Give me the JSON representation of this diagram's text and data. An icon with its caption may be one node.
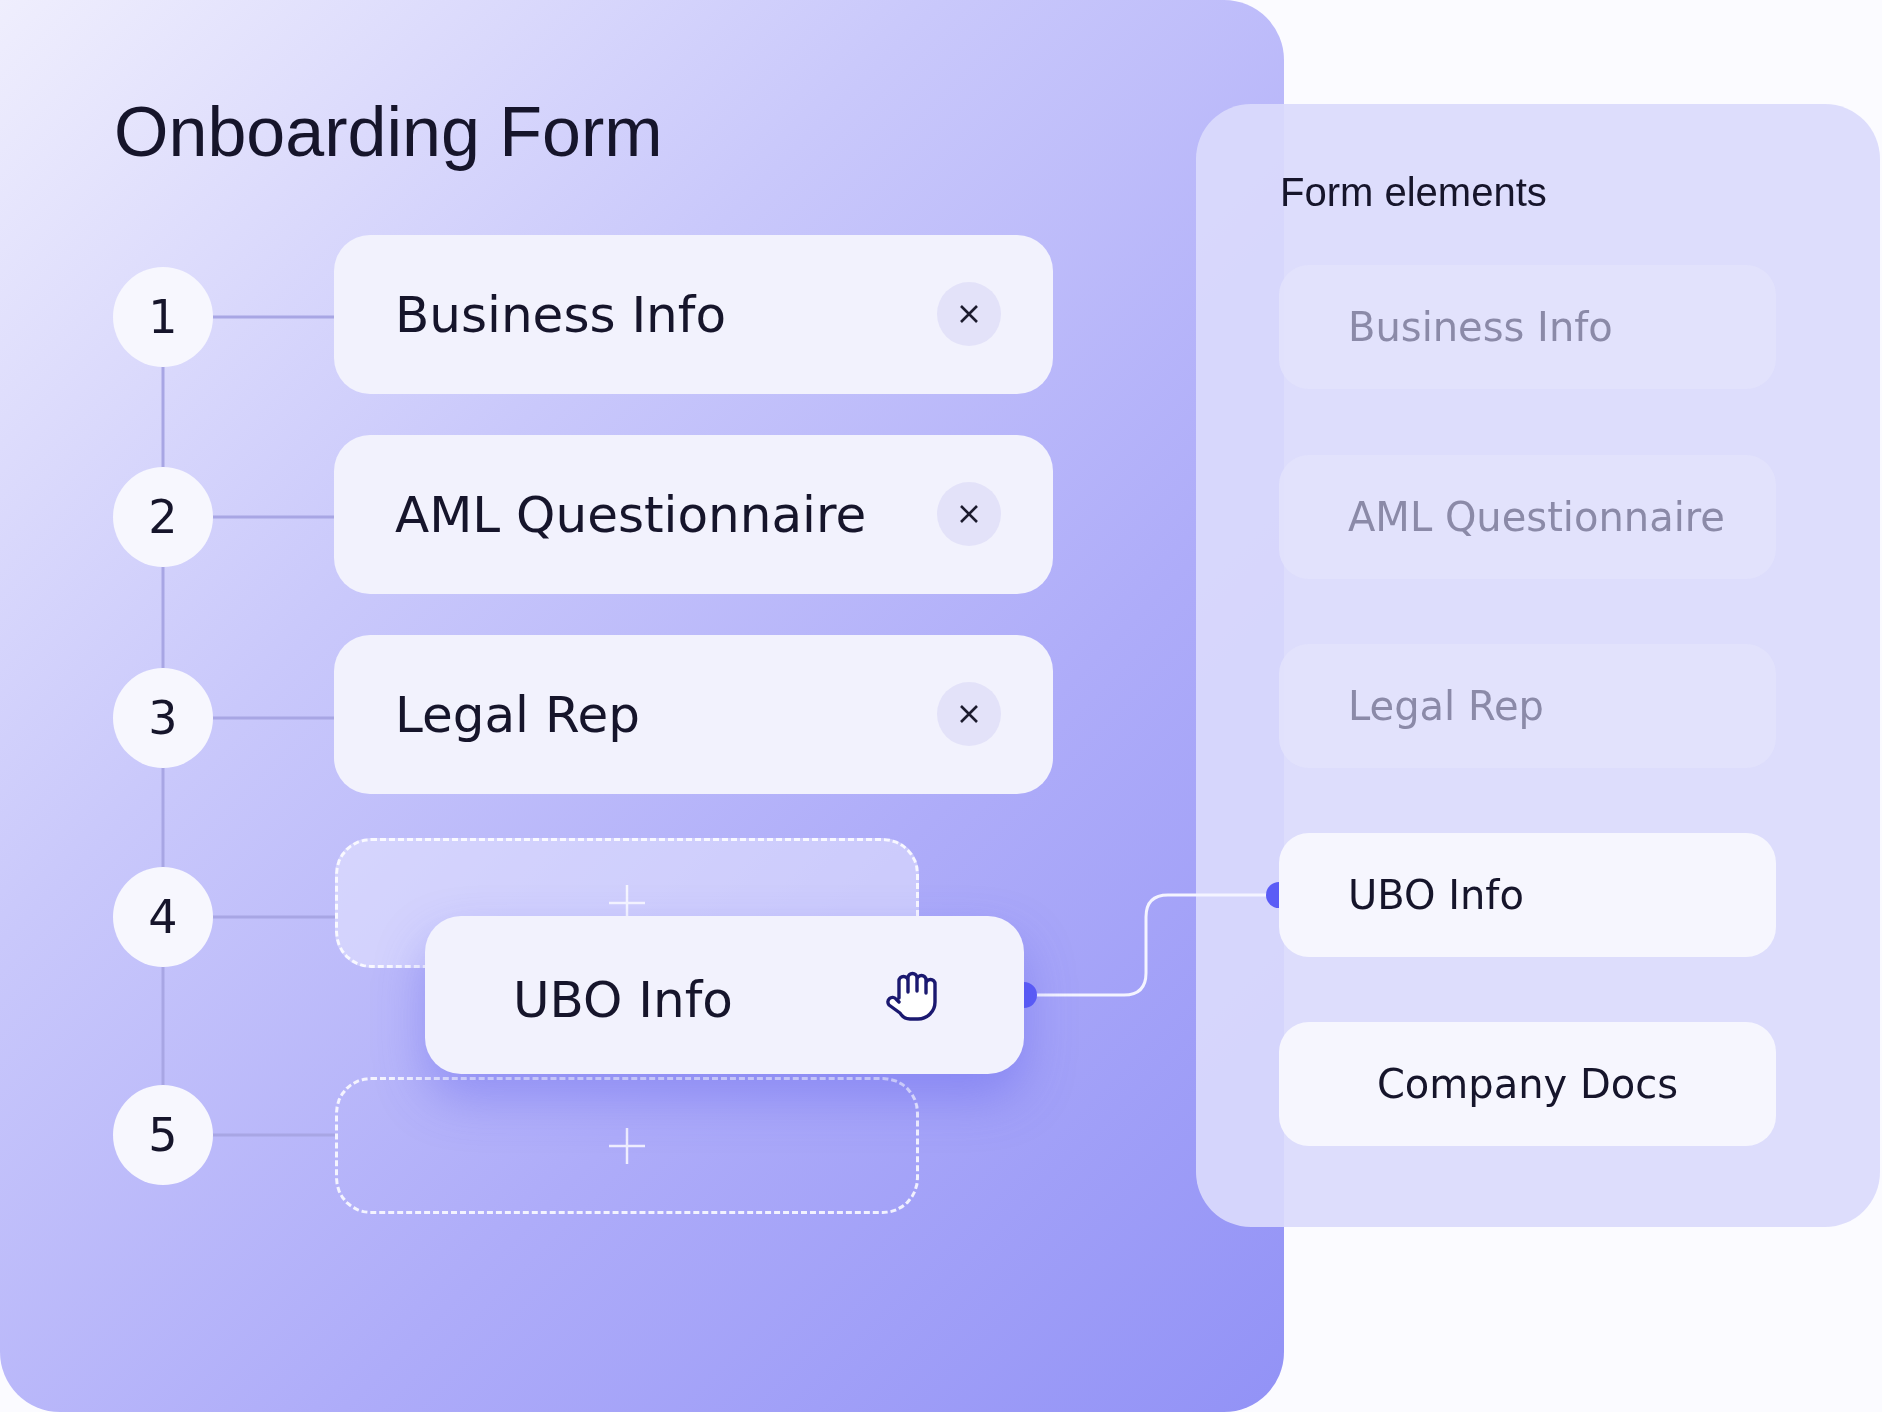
{
  "diagram": {
    "nodes": [
      {
        "text": [
          "Onboarding Form"
        ]
      },
      {
        "text": [
          "1"
        ],
        "in": 0
      },
      {
        "text": [
          "Business Info"
        ],
        "in": 0
      },
      {
        "text": [
          "2"
        ],
        "in": 0
      },
      {
        "text": [
          "AML Questionnaire"
        ],
        "in": 0
      },
      {
        "text": [
          "3"
        ],
        "in": 0
      },
      {
        "text": [
          "Legal Rep"
        ],
        "in": 0
      },
      {
        "text": [
          "4"
        ],
        "in": 0
      },
      {
        "text": [],
        "shape": "box",
        "in": 0
      },
      {
        "text": [
          "UBO Info"
        ],
        "in": 0
      },
      {
        "text": [
          "5"
        ],
        "in": 0
      },
      {
        "text": [],
        "shape": "box",
        "in": 0
      },
      {
        "text": [
          "Form elements"
        ]
      },
      {
        "text": [
          "Business Info"
        ],
        "in": 12
      },
      {
        "text": [
          "AML Questionnaire"
        ],
        "in": 12
      },
      {
        "text": [
          "Legal Rep"
        ],
        "in": 12
      },
      {
        "text": [
          "UBO Info"
        ],
        "in": 12
      },
      {
        "text": [
          "Company Docs"
        ],
        "in": 12
      }
    ],
    "edges": [
      {
        "from": 1,
        "to": 2,
        "arrow": "none"
      },
      {
        "from": 3,
        "to": 4,
        "arrow": "none"
      },
      {
        "from": 5,
        "to": 6,
        "arrow": "none"
      },
      {
        "from": 7,
        "to": 8,
        "arrow": "none"
      },
      {
        "from": 10,
        "to": 11,
        "arrow": "none"
      },
      {
        "from": 1,
        "to": 3,
        "arrow": "none"
      },
      {
        "from": 3,
        "to": 5,
        "arrow": "none"
      },
      {
        "from": 5,
        "to": 7,
        "arrow": "none"
      },
      {
        "from": 7,
        "to": 10,
        "arrow": "none"
      },
      {
        "from": 9,
        "to": 16,
        "arrow": "other",
        "color": "#f4f4ff"
      }
    ]
  }
}
